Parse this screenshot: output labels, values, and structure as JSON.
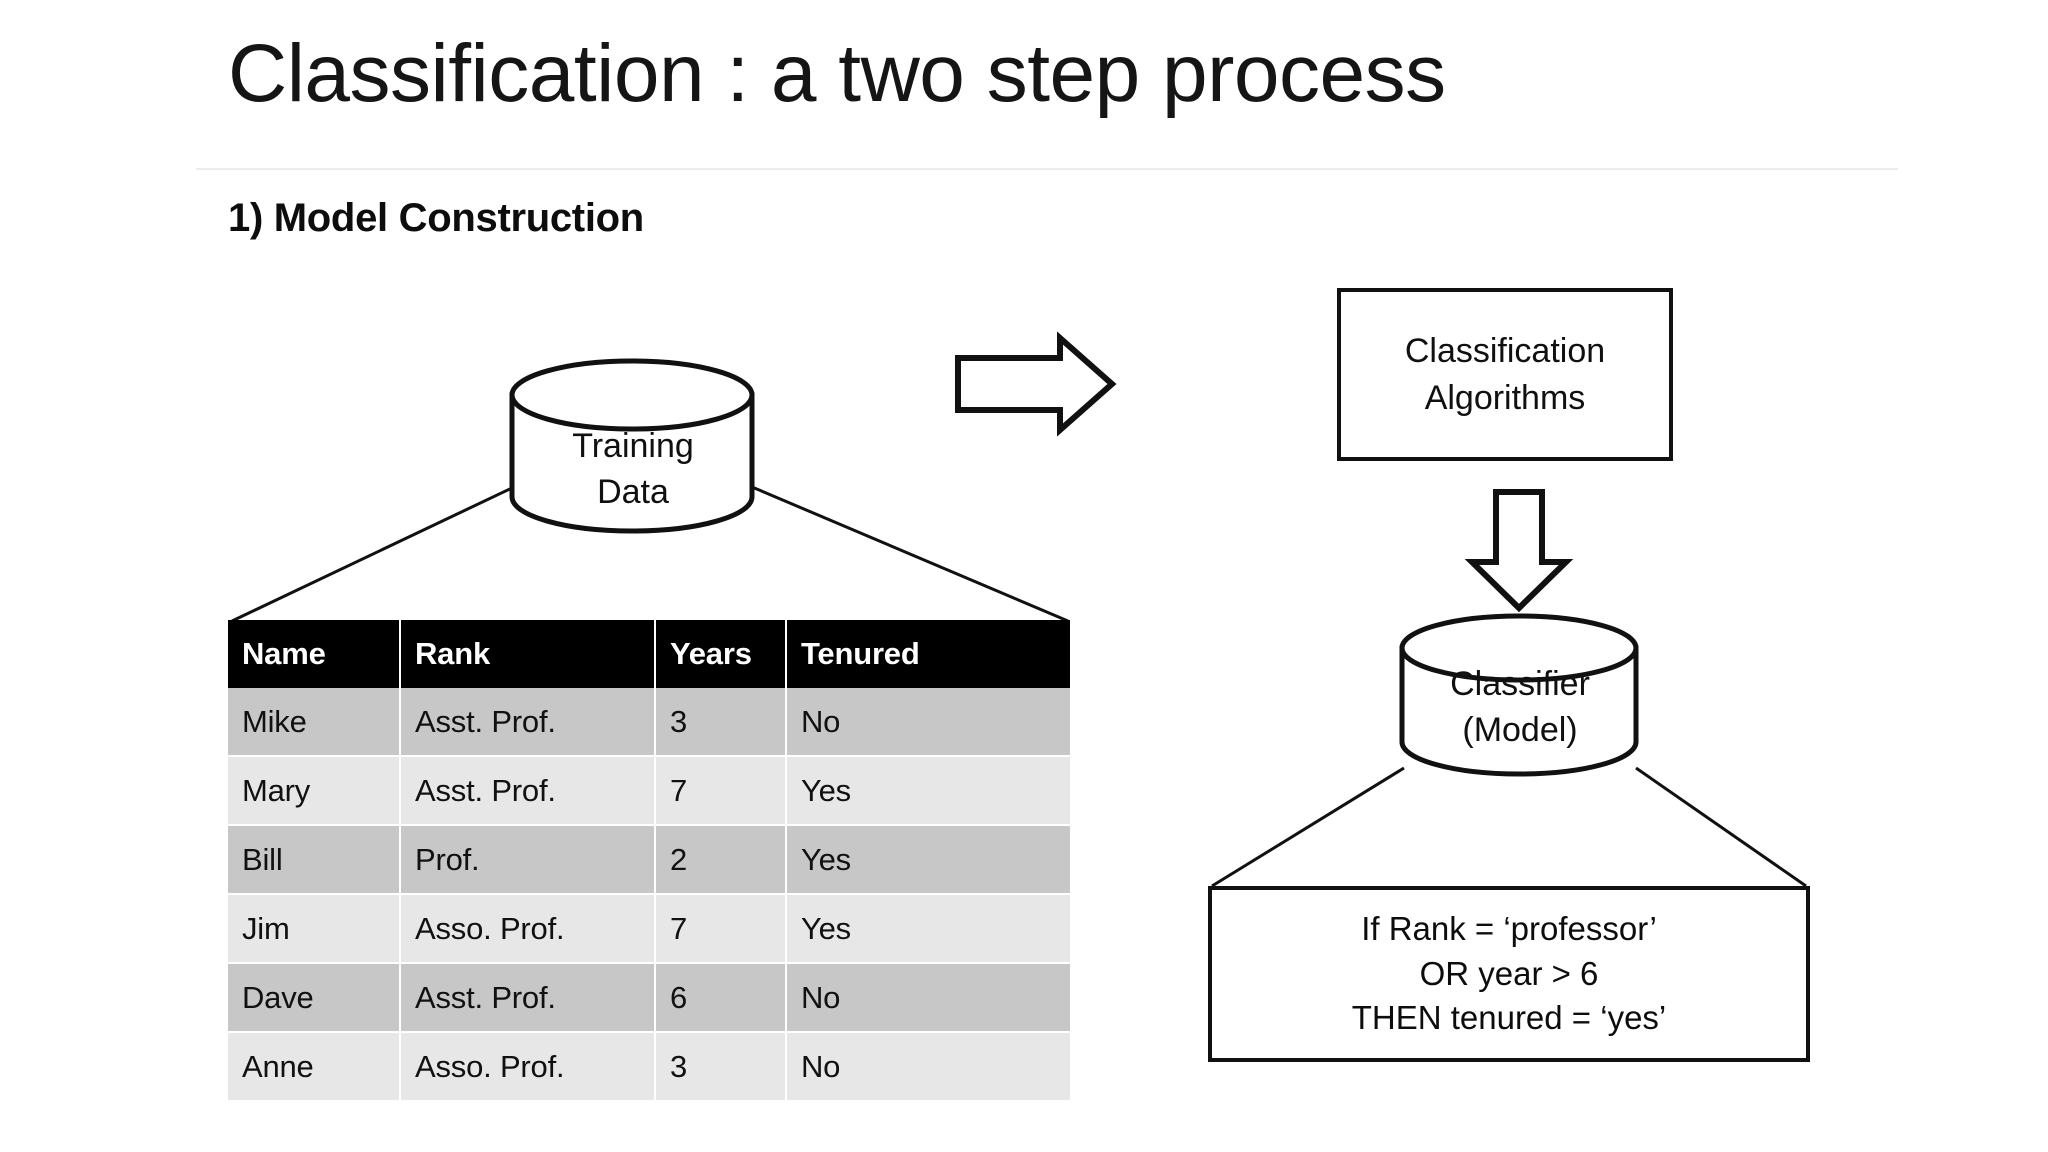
{
  "slide": {
    "title": "Classification : a two step process",
    "step_heading": "1) Model Construction"
  },
  "left_flow": {
    "source_cylinder_label": "Training\nData",
    "table": {
      "headers": [
        "Name",
        "Rank",
        "Years",
        "Tenured"
      ],
      "rows": [
        [
          "Mike",
          "Asst. Prof.",
          "3",
          "No"
        ],
        [
          "Mary",
          "Asst. Prof.",
          "7",
          "Yes"
        ],
        [
          "Bill",
          "Prof.",
          "2",
          "Yes"
        ],
        [
          "Jim",
          "Asso. Prof.",
          "7",
          "Yes"
        ],
        [
          "Dave",
          "Asst. Prof.",
          "6",
          "No"
        ],
        [
          "Anne",
          "Asso. Prof.",
          "3",
          "No"
        ]
      ]
    }
  },
  "right_flow": {
    "algorithms_box_text": "Classification\nAlgorithms",
    "classifier_cylinder_label": "Classifier\n(Model)",
    "rule_box_text": "If Rank = ‘professor’\nOR year > 6\nTHEN tenured = ‘yes’"
  },
  "connectors": {
    "horizontal_arrow": "right-block-arrow",
    "vertical_arrow": "down-block-arrow"
  },
  "colors": {
    "ink": "#111111",
    "header_bg": "#000000",
    "header_fg": "#ffffff",
    "row_odd_bg": "#c7c7c7",
    "row_even_bg": "#e7e7e7",
    "canvas": "#ffffff",
    "rule": "#ececec"
  }
}
